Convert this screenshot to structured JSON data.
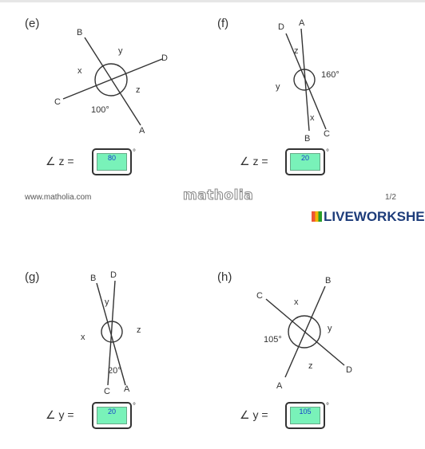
{
  "panels": {
    "e": {
      "label": "(e)",
      "points": [
        "B",
        "D",
        "C",
        "A"
      ],
      "angles": [
        "y",
        "x",
        "z"
      ],
      "given": "100°",
      "prefix": "∠ z =",
      "answer": "80",
      "deg": "°"
    },
    "f": {
      "label": "(f)",
      "points": [
        "D",
        "A",
        "B",
        "C"
      ],
      "angles": [
        "z",
        "y",
        "x"
      ],
      "given": "160°",
      "prefix": "∠ z =",
      "answer": "20",
      "deg": "°"
    },
    "g": {
      "label": "(g)",
      "points": [
        "B",
        "D",
        "C",
        "A"
      ],
      "angles": [
        "y",
        "x",
        "z"
      ],
      "given": "20°",
      "prefix": "∠ y =",
      "answer": "20",
      "deg": "°"
    },
    "h": {
      "label": "(h)",
      "points": [
        "C",
        "B",
        "A",
        "D"
      ],
      "angles": [
        "x",
        "y",
        "z"
      ],
      "given": "105°",
      "prefix": "∠ y =",
      "answer": "105",
      "deg": "°"
    }
  },
  "footer": {
    "website": "www.matholia.com",
    "brand": "matholia",
    "page": "1/2"
  },
  "watermark": "LIVEWORKSHE"
}
